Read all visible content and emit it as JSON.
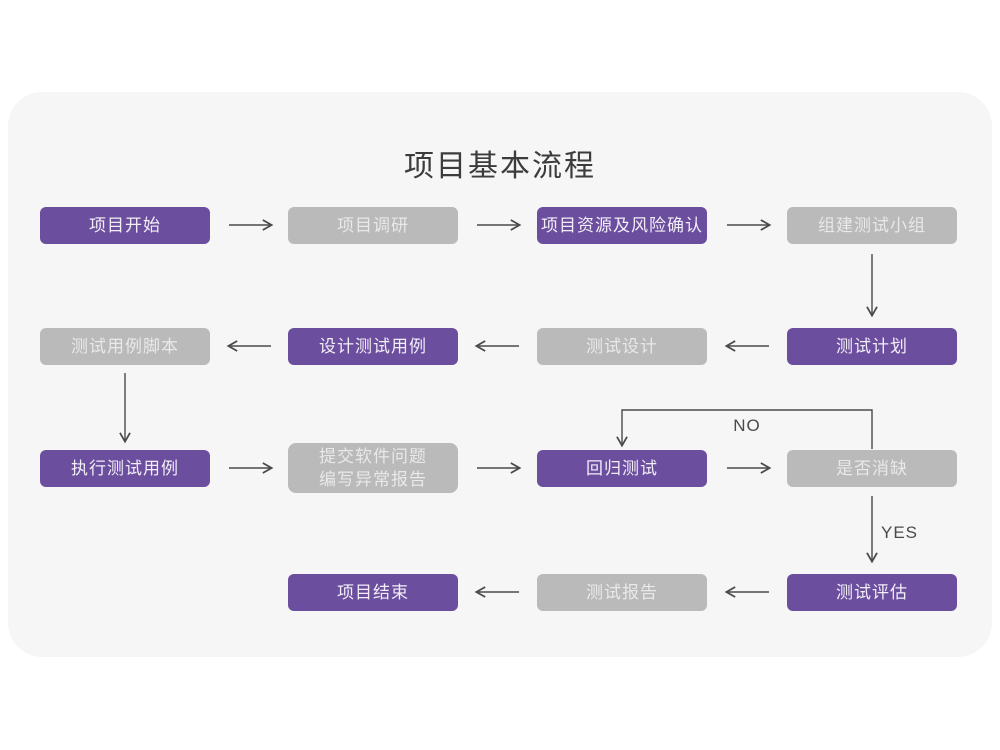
{
  "title": "项目基本流程",
  "decision_labels": {
    "no": "NO",
    "yes": "YES"
  },
  "colors": {
    "purple": "#6C4E9E",
    "gray": "#BABABA",
    "card-bg": "#F6F6F7",
    "arrow": "#4A4A4C",
    "title-color": "#3C3C3C"
  },
  "nodes": [
    {
      "label": "项目开始",
      "variant": "purple"
    },
    {
      "label": "项目调研",
      "variant": "gray"
    },
    {
      "label": "项目资源及风险确认",
      "variant": "purple"
    },
    {
      "label": "组建测试小组",
      "variant": "gray"
    },
    {
      "label": "测试计划",
      "variant": "purple"
    },
    {
      "label": "测试设计",
      "variant": "gray"
    },
    {
      "label": "设计测试用例",
      "variant": "purple"
    },
    {
      "label": "测试用例脚本",
      "variant": "gray"
    },
    {
      "label": "执行测试用例",
      "variant": "purple"
    },
    {
      "label": "提交软件问题\n编写异常报告",
      "variant": "gray"
    },
    {
      "label": "回归测试",
      "variant": "purple"
    },
    {
      "label": "是否消缺",
      "variant": "gray"
    },
    {
      "label": "测试评估",
      "variant": "purple"
    },
    {
      "label": "测试报告",
      "variant": "gray"
    },
    {
      "label": "项目结束",
      "variant": "purple"
    }
  ]
}
